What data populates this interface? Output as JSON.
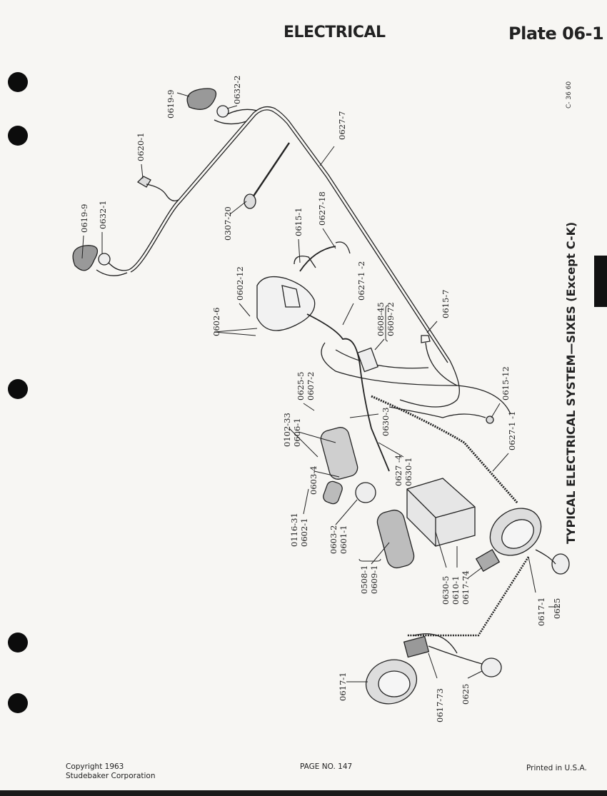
{
  "header": {
    "section": "ELECTRICAL",
    "plate": "Plate 06-1"
  },
  "side_title": "TYPICAL ELECTRICAL SYSTEM—SIXES (Except C-K)",
  "drawing_code": "C- 36 60",
  "labels": [
    "0619-9",
    "0632-2",
    "0620-1",
    "0627-7",
    "0619-9",
    "0632-1",
    "0307-20",
    "0615-1",
    "0627-18",
    "0602-12",
    "0627-1 -2",
    "0602-6",
    "0608-45",
    "0609-72",
    "0615-7",
    "0625-5",
    "0607-2",
    "0615-12",
    "0102-33",
    "0606-1",
    "0630-3",
    "0627 -4",
    "0630-1",
    "0627-1 -1",
    "0603-4",
    "0116-31",
    "0602-1",
    "0603-2",
    "0601-1",
    "0508-1",
    "0609-1",
    "0630-5",
    "0610-1",
    "0617-74",
    "0617-1",
    "0625",
    "0617-1",
    "0617-73",
    "0625"
  ],
  "footer": {
    "copyright_line1": "Copyright 1963",
    "copyright_line2": "Studebaker Corporation",
    "page": "PAGE NO. 147",
    "printed": "Printed in U.S.A."
  }
}
